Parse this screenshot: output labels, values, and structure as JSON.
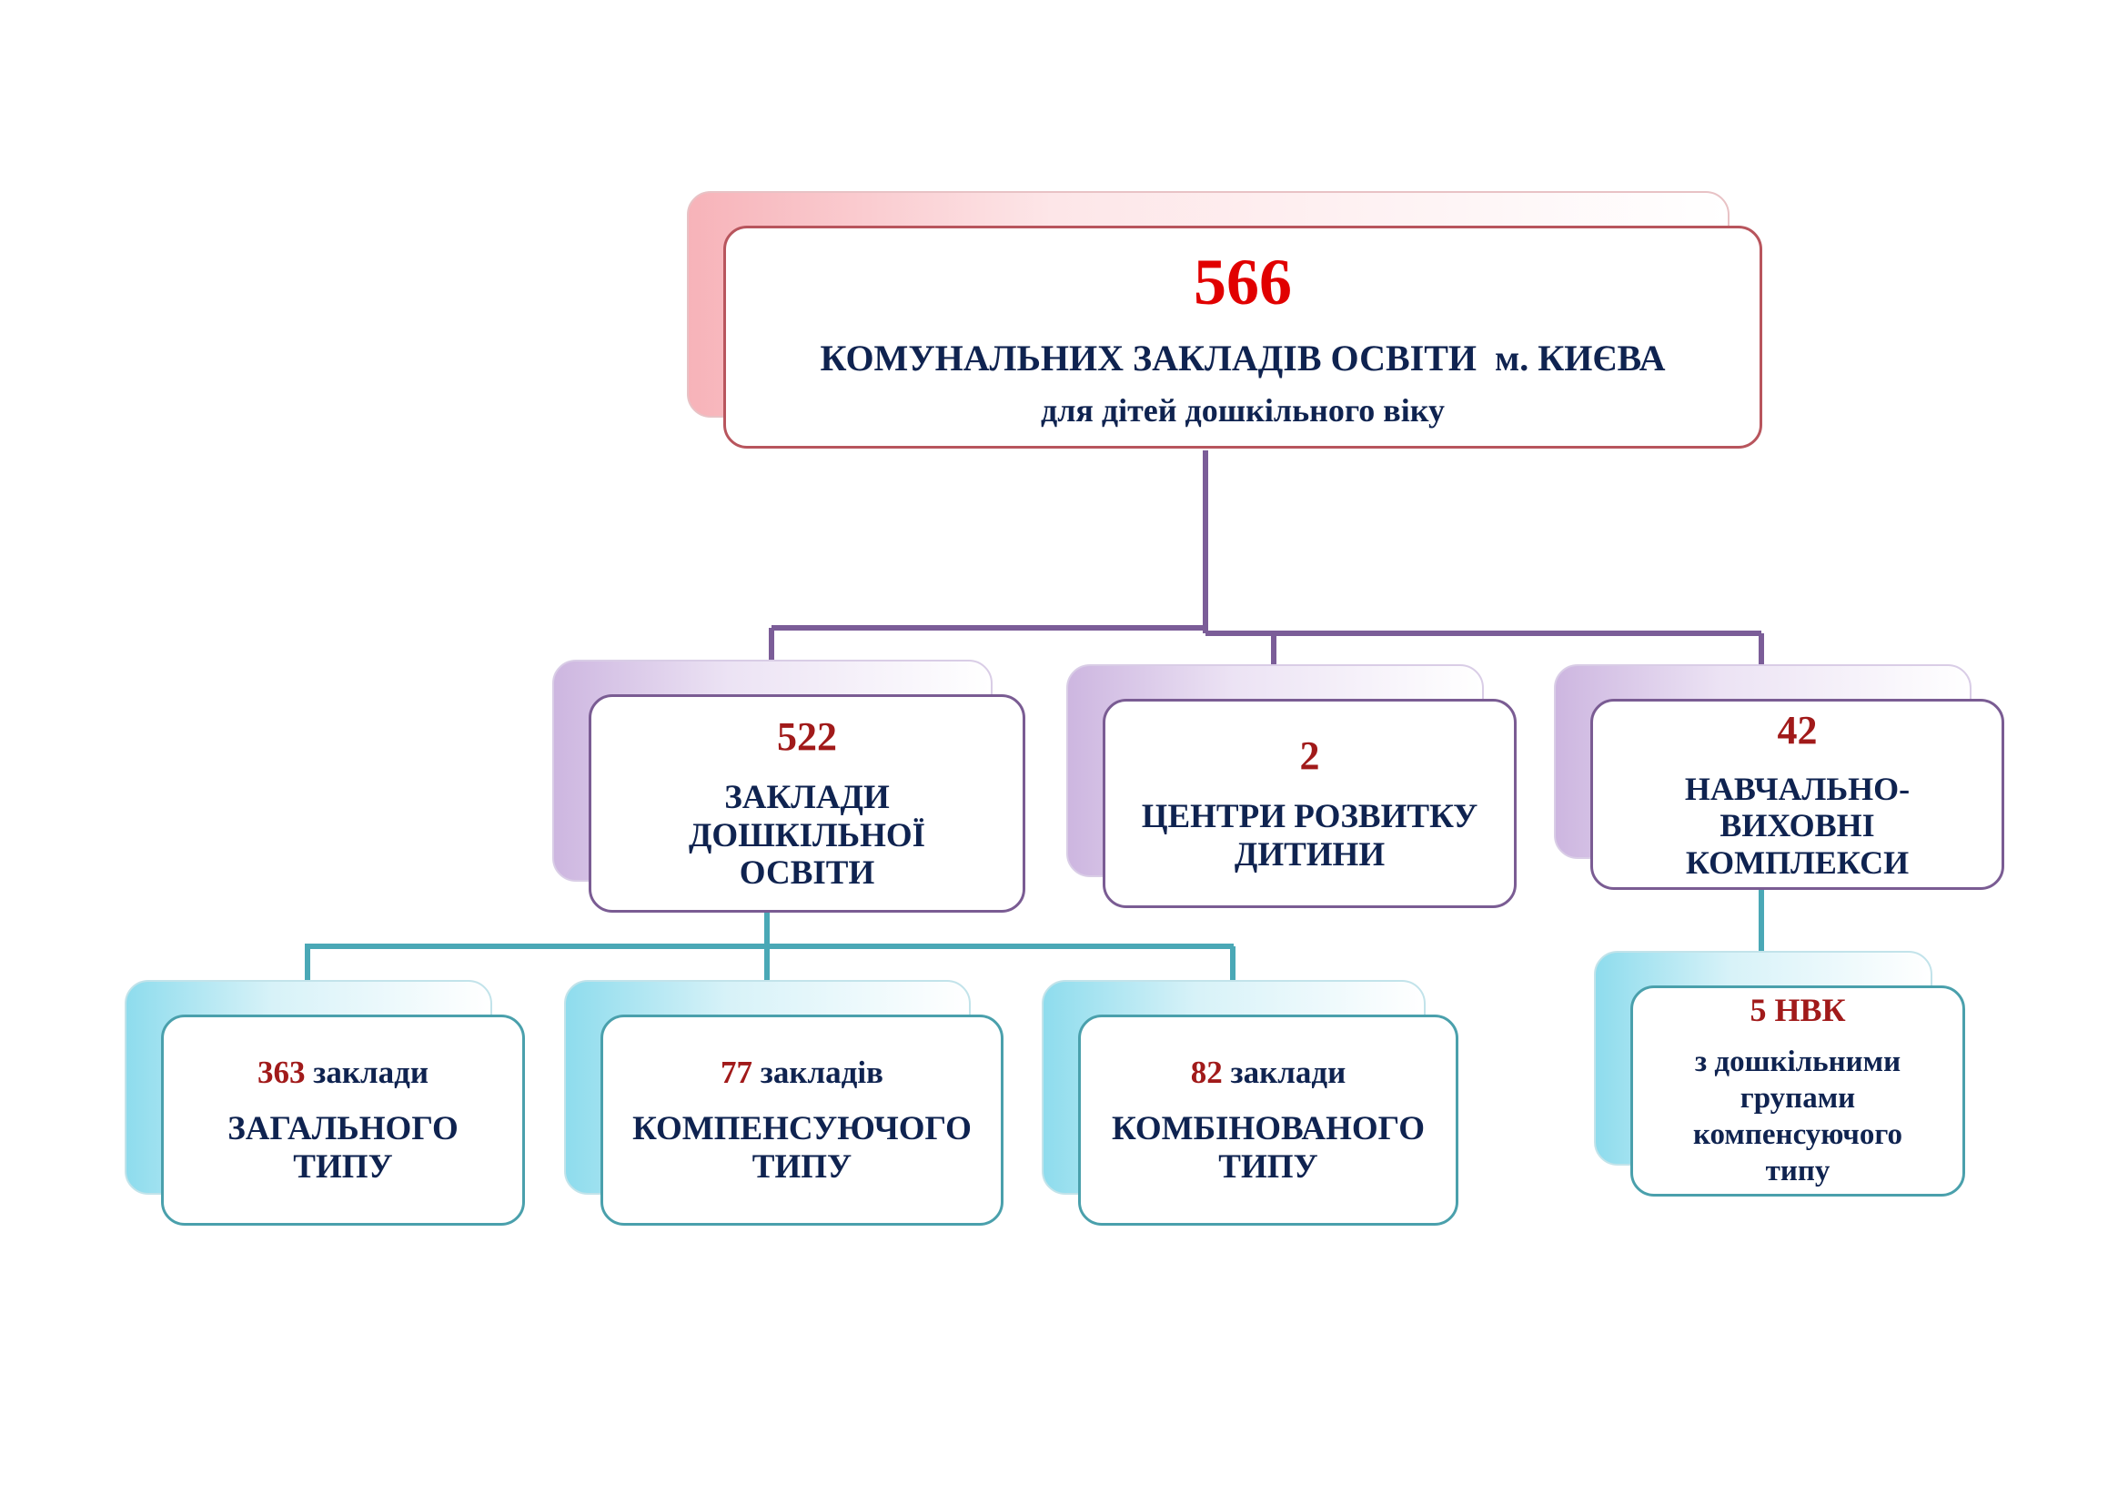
{
  "root": {
    "count": "566",
    "line1": "КОМУНАЛЬНИХ ЗАКЛАДІВ ОСВІТИ  м. КИЄВА",
    "line2": "для дітей дошкільного віку"
  },
  "level2": [
    {
      "count": "522",
      "label": "ЗАКЛАДИ ДОШКІЛЬНОЇ ОСВІТИ"
    },
    {
      "count": "2",
      "label": "ЦЕНТРИ РОЗВИТКУ ДИТИНИ"
    },
    {
      "count": "42",
      "label": "НАВЧАЛЬНО-ВИХОВНІ КОМПЛЕКСИ"
    }
  ],
  "level3": [
    {
      "count": "363",
      "unit": " заклади",
      "label": "ЗАГАЛЬНОГО ТИПУ"
    },
    {
      "count": "77",
      "unit": " закладів",
      "label": "КОМПЕНСУЮЧОГО ТИПУ"
    },
    {
      "count": "82",
      "unit": " заклади",
      "label": "КОМБІНОВАНОГО ТИПУ"
    },
    {
      "count": "5 НВК",
      "unit": "",
      "label": "з дошкільними групами компенсуючого типу"
    }
  ],
  "colors": {
    "count_red": "#e10000",
    "number_dark_red": "#a11a1a",
    "text_navy": "#0f2350",
    "root_border": "#b8555d",
    "level2_border": "#7a5c93",
    "level3_border": "#4aa0ac"
  }
}
